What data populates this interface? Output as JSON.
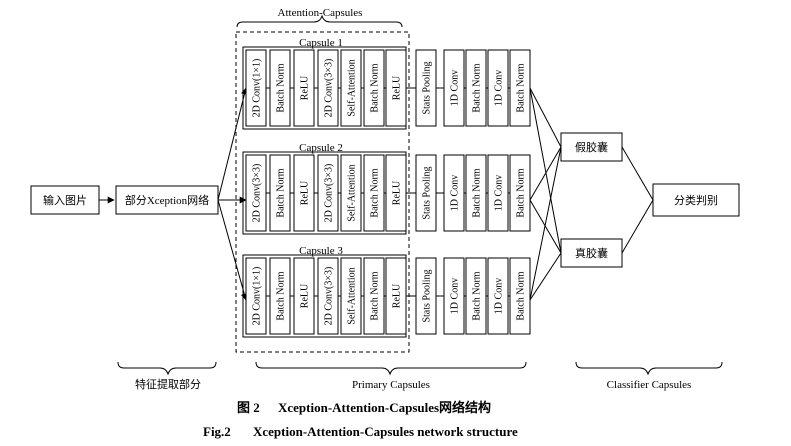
{
  "diagram": {
    "attention_capsules_title": "Attention-Capsules",
    "input_label": "输入图片",
    "xception_label": "部分Xception网络",
    "capsules": [
      {
        "title": "Capsule 1",
        "layers": [
          "2D Conv(1×1)",
          "Batch Norm",
          "ReLU",
          "2D Conv(3×3)",
          "Self-Attention",
          "Batch Norm",
          "ReLU"
        ]
      },
      {
        "title": "Capsule 2",
        "layers": [
          "2D Conv(3×3)",
          "Batch Norm",
          "ReLU",
          "2D Conv(3×3)",
          "Self-Attention",
          "Batch Norm",
          "ReLU"
        ]
      },
      {
        "title": "Capsule 3",
        "layers": [
          "2D Conv(1×1)",
          "Batch Norm",
          "ReLU",
          "2D Conv(3×3)",
          "Self-Attention",
          "Batch Norm",
          "ReLU"
        ]
      }
    ],
    "primary_layers": [
      "Stats Pooling",
      "1D Conv",
      "Batch Norm",
      "1D Conv",
      "Batch Norm"
    ],
    "class_fake": "假胶囊",
    "class_real": "真胶囊",
    "discriminate": "分类判别",
    "brace_feature": "特征提取部分",
    "brace_primary": "Primary Capsules",
    "brace_classifier": "Classifier Capsules"
  },
  "caption": {
    "cn_prefix": "图 2",
    "cn_text": "Xception-Attention-Capsules网络结构",
    "en_prefix": "Fig.2",
    "en_text": "Xception-Attention-Capsules network structure"
  }
}
